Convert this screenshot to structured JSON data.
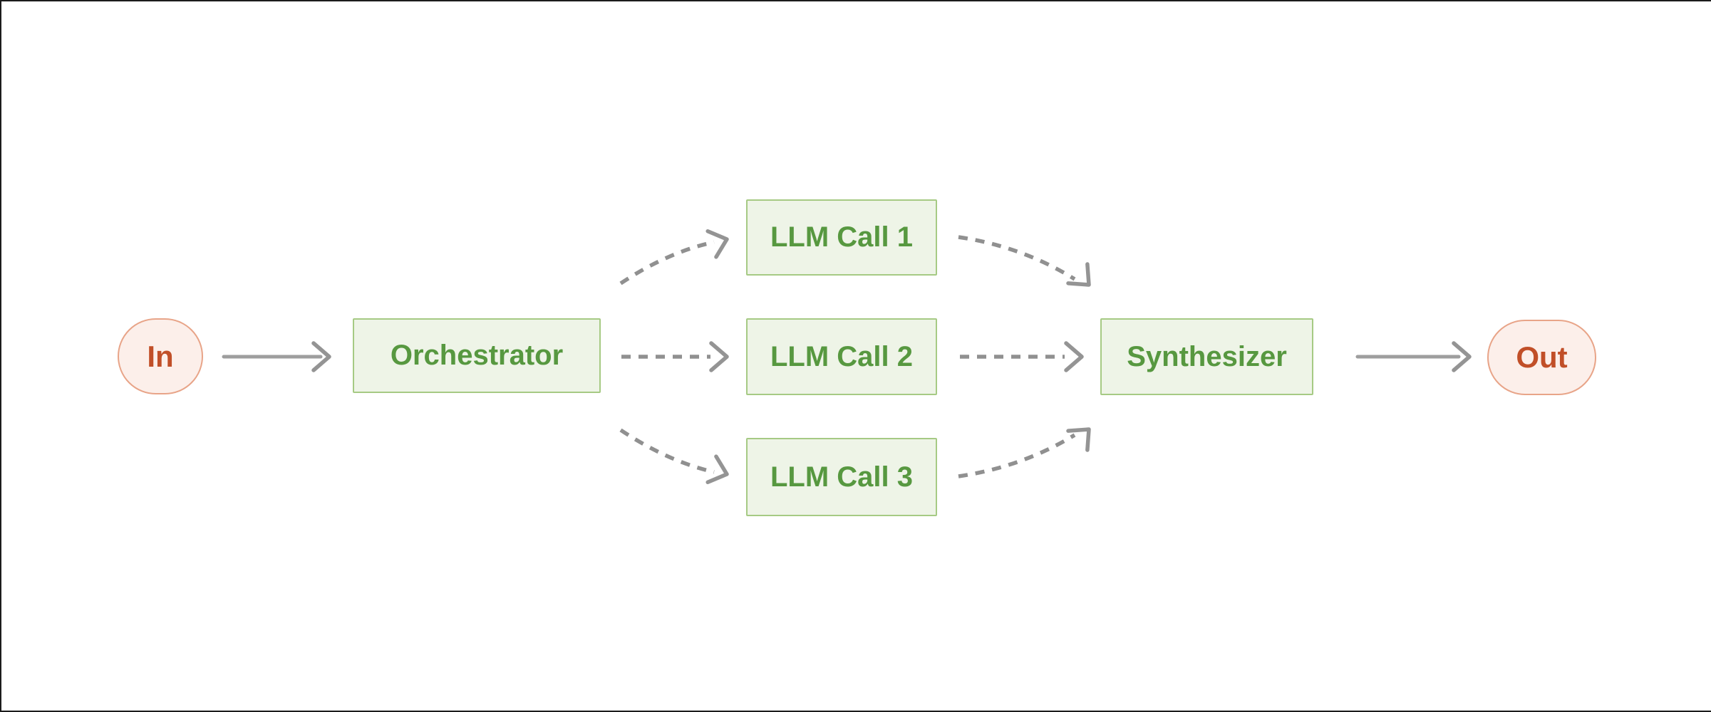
{
  "diagram": {
    "name": "orchestrator-workers-workflow",
    "nodes": {
      "in": {
        "label": "In",
        "shape": "stadium",
        "role": "input-terminal"
      },
      "orchestrator": {
        "label": "Orchestrator",
        "shape": "rect",
        "role": "process"
      },
      "llm_call_1": {
        "label": "LLM Call 1",
        "shape": "rect",
        "role": "process"
      },
      "llm_call_2": {
        "label": "LLM Call 2",
        "shape": "rect",
        "role": "process"
      },
      "llm_call_3": {
        "label": "LLM Call 3",
        "shape": "rect",
        "role": "process"
      },
      "synthesizer": {
        "label": "Synthesizer",
        "shape": "rect",
        "role": "process"
      },
      "out": {
        "label": "Out",
        "shape": "stadium",
        "role": "output-terminal"
      }
    },
    "edges": [
      {
        "from": "in",
        "to": "orchestrator",
        "style": "solid"
      },
      {
        "from": "orchestrator",
        "to": "llm_call_1",
        "style": "dashed"
      },
      {
        "from": "orchestrator",
        "to": "llm_call_2",
        "style": "dashed"
      },
      {
        "from": "orchestrator",
        "to": "llm_call_3",
        "style": "dashed"
      },
      {
        "from": "llm_call_1",
        "to": "synthesizer",
        "style": "dashed"
      },
      {
        "from": "llm_call_2",
        "to": "synthesizer",
        "style": "dashed"
      },
      {
        "from": "llm_call_3",
        "to": "synthesizer",
        "style": "dashed"
      },
      {
        "from": "synthesizer",
        "to": "out",
        "style": "solid"
      }
    ],
    "colors": {
      "terminal_fill": "#fcefea",
      "terminal_border": "#e8a488",
      "terminal_text": "#c14f28",
      "process_fill": "#eef4e7",
      "process_border": "#a6ca84",
      "process_text": "#579840",
      "arrow_gray": "#949494",
      "background": "#ffffff",
      "frame_line": "#1b1b1b"
    }
  }
}
